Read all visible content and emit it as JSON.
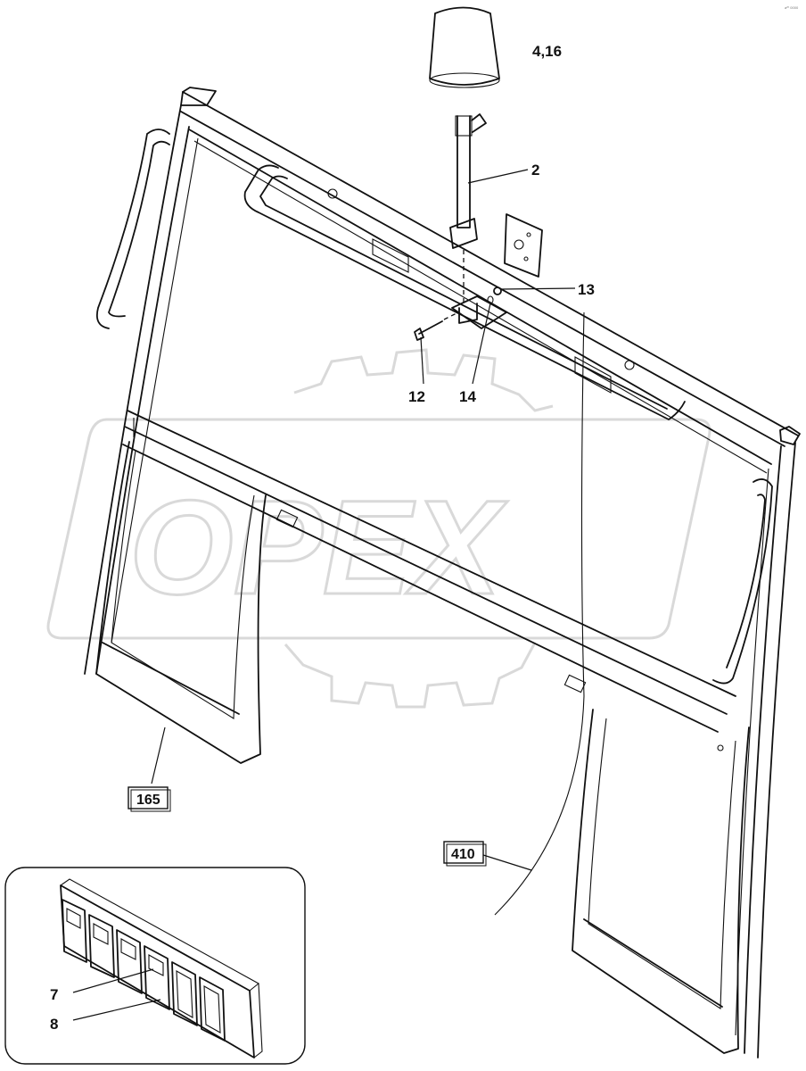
{
  "diagram": {
    "watermark": "OPEX",
    "corner_mark": "a²⁰ 0000",
    "callouts": {
      "c4_16": "4,16",
      "c2": "2",
      "c13": "13",
      "c12": "12",
      "c14": "14",
      "c7": "7",
      "c8": "8"
    },
    "boxed_refs": {
      "b165": "165",
      "b410": "410"
    },
    "colors": {
      "line": "#111111",
      "watermark": "#d9d9d9",
      "background": "#ffffff"
    }
  }
}
